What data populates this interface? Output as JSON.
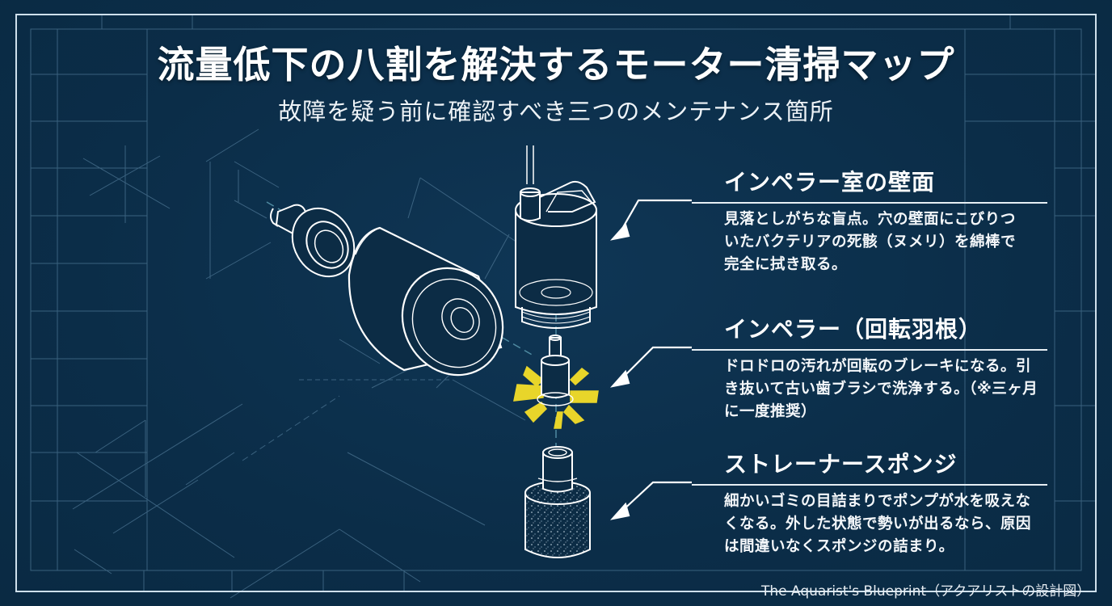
{
  "header": {
    "title": "流量低下の八割を解決するモーター清掃マップ",
    "subtitle": "故障を疑う前に確認すべき三つのメンテナンス箇所"
  },
  "callouts": [
    {
      "heading": "インペラー室の壁面",
      "body": "見落としがちな盲点。穴の壁面にこびりついたバクテリアの死骸（ヌメリ）を綿棒で完全に拭き取る。",
      "target_part": "motor-housing"
    },
    {
      "heading": "インペラー（回転羽根）",
      "body": "ドロドロの汚れが回転のブレーキになる。引き抜いて古い歯ブラシで洗浄する。（※三ヶ月に一度推奨）",
      "target_part": "impeller"
    },
    {
      "heading": "ストレーナースポンジ",
      "body": "細かいゴミの目詰まりでポンプが水を吸えなくなる。外した状態で勢いが出るなら、原因は間違いなくスポンジの詰まり。",
      "target_part": "strainer-sponge"
    }
  ],
  "footer": {
    "credit": "The Aquarist's Blueprint（アクアリストの設計図）"
  },
  "colors": {
    "background": "#0b2e4a",
    "line": "#ffffff",
    "grid": "#4f7896",
    "highlight": "#e8d52a"
  }
}
